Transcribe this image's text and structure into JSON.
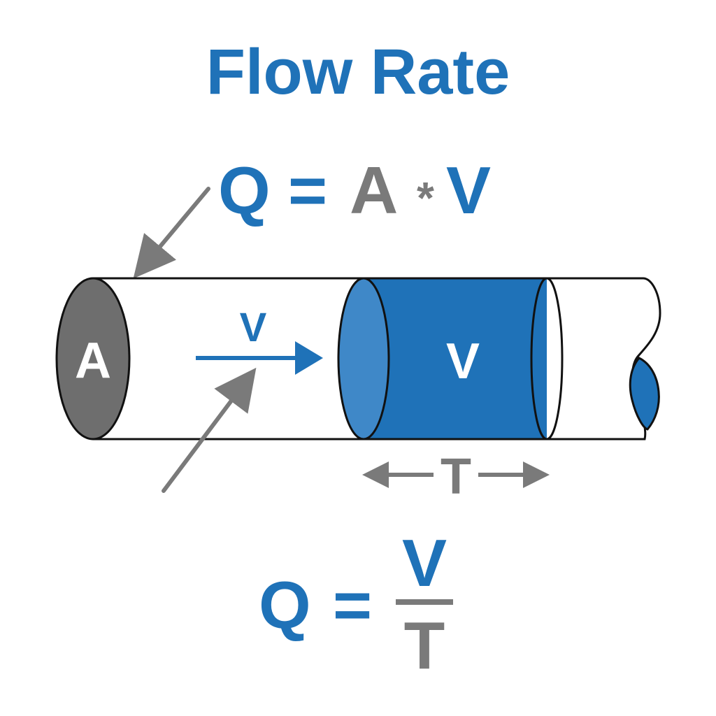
{
  "title": "Flow Rate",
  "equation1": {
    "q": "Q",
    "equals": "=",
    "a": "A",
    "times": "*",
    "v": "V"
  },
  "pipe": {
    "area_label": "A",
    "velocity_label": "V",
    "volume_label": "V",
    "time_label": "T"
  },
  "equation2": {
    "q": "Q",
    "equals": "=",
    "numerator": "V",
    "denominator": "T"
  },
  "colors": {
    "blue": "#1f72b8",
    "light_blue": "#3f88c8",
    "grey": "#7a7a7a",
    "dark_grey": "#6e6e6e",
    "outline": "#111111"
  },
  "icons": {
    "pointer_arrow": "arrow-down-left-icon",
    "velocity_arrow": "arrow-right-icon",
    "pointer_arrow_2": "arrow-up-right-icon",
    "time_arrows": "double-arrow-horizontal-icon"
  }
}
